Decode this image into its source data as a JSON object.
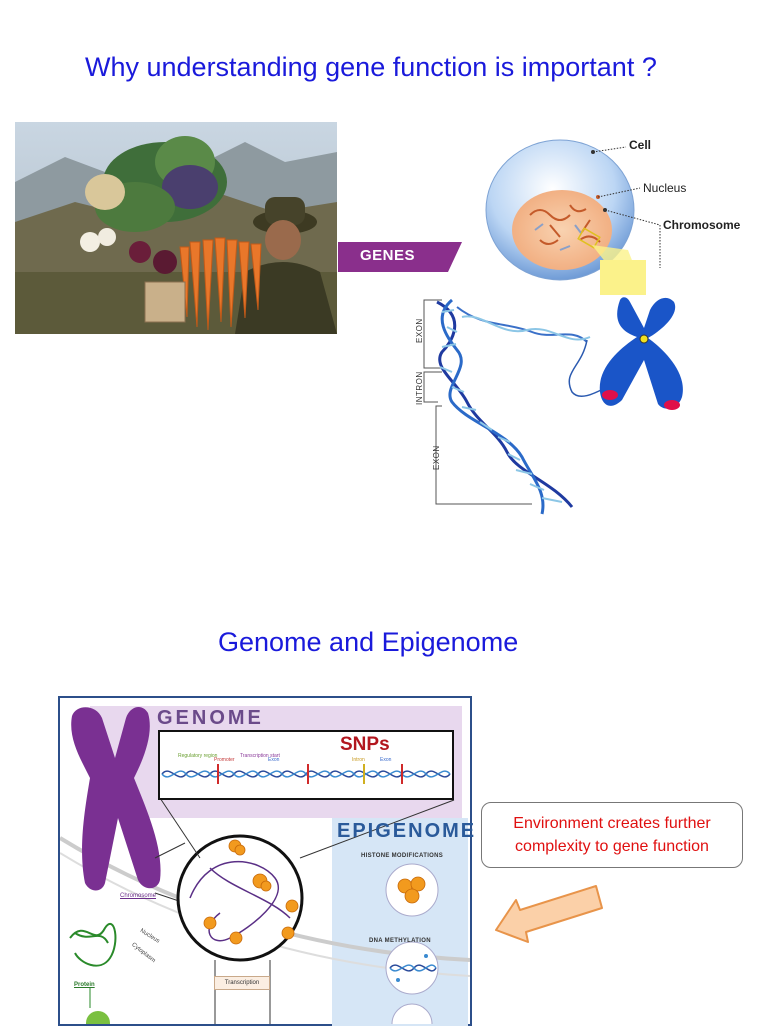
{
  "slide1": {
    "title": "Why understanding gene function is important ?",
    "banner_label": "GENES",
    "cell_labels": {
      "cell": "Cell",
      "nucleus": "Nucleus",
      "chromosome": "Chromosome"
    },
    "dna_labels": {
      "exon_top": "EXON",
      "intron": "INTRON",
      "exon_bottom": "EXON"
    }
  },
  "slide2": {
    "title": "Genome and Epigenome",
    "figure": {
      "genome": "GENOME",
      "snps": "SNPs",
      "strand_labels": {
        "regulatory": "Regulatory region",
        "promoter": "Promoter",
        "transcription_start": "Transcription start",
        "exon_a": "Exon",
        "intron": "Intron",
        "exon_b": "Exon"
      },
      "epigenome": "EPIGENOME",
      "histone": "HISTONE MODIFICATIONS",
      "methylation": "DNA METHYLATION",
      "chromosome": "Chromosome",
      "nucleus": "Nucleus",
      "cytoplasm": "Cytoplasm",
      "protein": "Protein",
      "transcription": "Transcription"
    },
    "callout_line1": "Environment creates further",
    "callout_line2": "complexity to gene function"
  },
  "colors": {
    "title_blue": "#1a1adb",
    "banner_purple": "#8a2f8c",
    "callout_red": "#e01010",
    "arrow_fill": "#fbd0a8",
    "arrow_stroke": "#e8944a"
  }
}
